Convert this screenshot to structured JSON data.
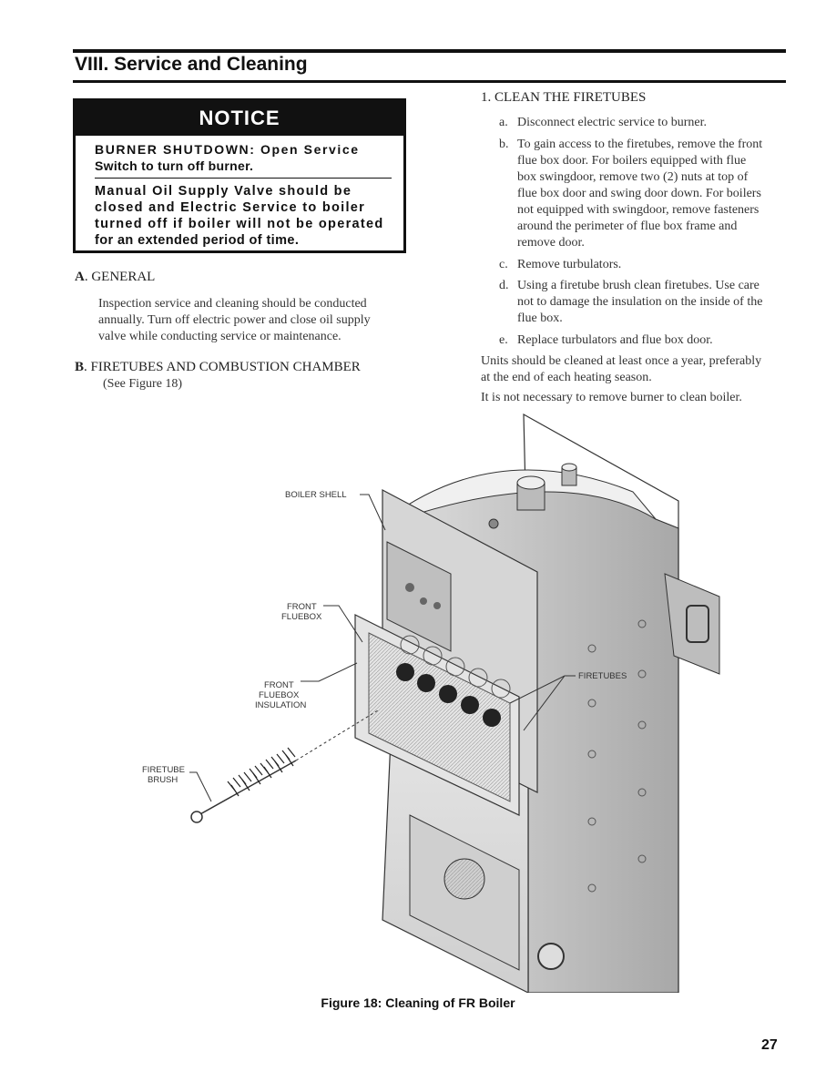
{
  "section": {
    "title": "VIII. Service and Cleaning"
  },
  "notice": {
    "heading": "NOTICE",
    "p1_line1": "BURNER SHUTDOWN: Open Service",
    "p1_line2": "Switch to turn off burner.",
    "p2_line1": "Manual Oil Supply Valve should be",
    "p2_line2": "closed and Electric Service to boiler",
    "p2_line3": "turned off if boiler will not be operated",
    "p2_line4": "for an extended period of time."
  },
  "general": {
    "letter": "A",
    "title": ". GENERAL",
    "line1": "Inspection service and cleaning should be conducted",
    "line2": "annually.  Turn off electric power and close oil supply",
    "line3": "valve while conducting service or maintenance."
  },
  "firetubes_section": {
    "letter": "B",
    "title": ". FIRETUBES AND COMBUSTION CHAMBER",
    "ref": "(See Figure 18)"
  },
  "steps": {
    "title": "1.  CLEAN THE FIRETUBES",
    "a": {
      "marker": "a.",
      "lines": [
        "Disconnect electric service to burner."
      ]
    },
    "b": {
      "marker": "b.",
      "lines": [
        "To gain access to the firetubes, remove the front",
        "flue box door.  For boilers equipped with flue",
        "box swingdoor, remove two (2) nuts at top of",
        "flue box door and swing door down.  For boilers",
        "not equipped with swingdoor, remove fasteners",
        "around the perimeter of flue box frame and",
        "remove door."
      ]
    },
    "c": {
      "marker": "c.",
      "lines": [
        "Remove turbulators."
      ]
    },
    "d": {
      "marker": "d.",
      "lines": [
        "Using a firetube brush clean firetubes.  Use care",
        "not to damage the insulation on the inside of the",
        "flue box."
      ]
    },
    "e": {
      "marker": "e.",
      "lines": [
        "Replace turbulators and flue box door."
      ]
    },
    "note1_line1": "Units should be cleaned at least once a year, preferably",
    "note1_line2": "at the end of each heating season.",
    "note2": "It is not necessary to remove burner to clean boiler."
  },
  "figure": {
    "labels": {
      "boiler_shell": "BOILER SHELL",
      "front_fluebox_1": "FRONT",
      "front_fluebox_2": "FLUEBOX",
      "insulation_1": "FRONT",
      "insulation_2": "FLUEBOX",
      "insulation_3": "INSULATION",
      "firetube_brush_1": "FIRETUBE",
      "firetube_brush_2": "BRUSH",
      "firetubes": "FIRETUBES"
    },
    "caption": "Figure 18:  Cleaning of FR Boiler"
  },
  "page_number": "27"
}
